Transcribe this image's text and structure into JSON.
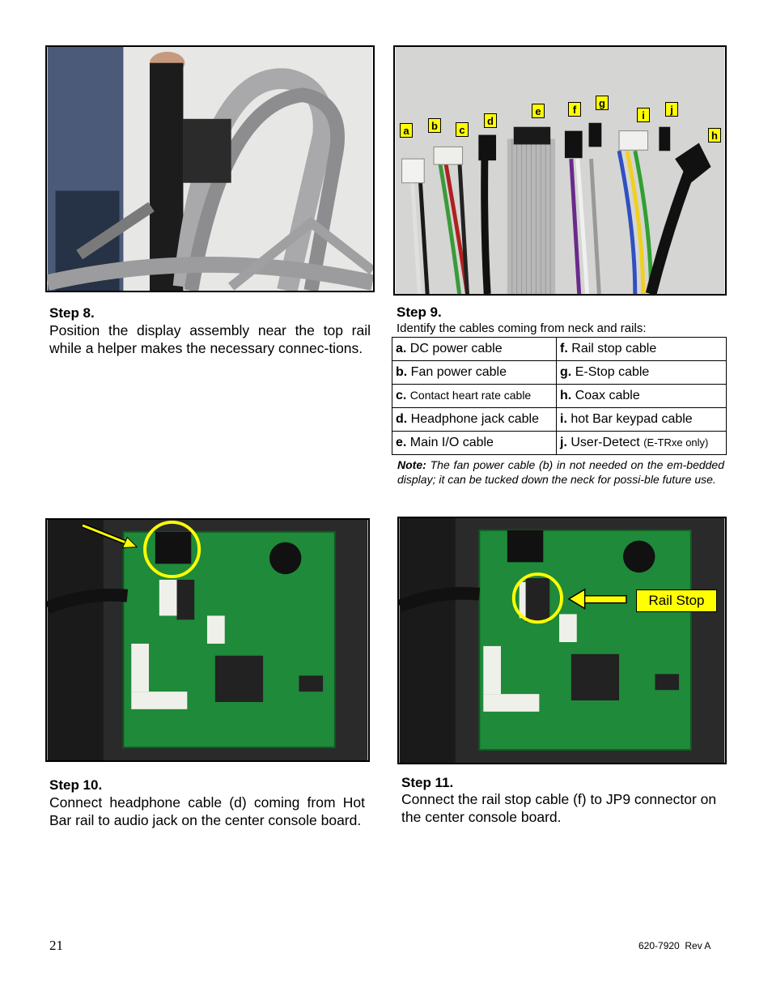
{
  "step8": {
    "title": "Step 8.",
    "text": "Position the display assembly near the top rail while a helper makes the necessary connec-tions."
  },
  "step9": {
    "title": "Step 9.",
    "subtitle": "Identify the cables coming from neck and rails:",
    "tags": [
      "a",
      "b",
      "c",
      "d",
      "e",
      "f",
      "g",
      "i",
      "j",
      "h"
    ],
    "table": [
      [
        {
          "key": "a.",
          "text": "DC power cable"
        },
        {
          "key": "f.",
          "text": "Rail stop cable"
        }
      ],
      [
        {
          "key": "b.",
          "text": "Fan power cable"
        },
        {
          "key": "g.",
          "text": "E-Stop cable"
        }
      ],
      [
        {
          "key": "c.",
          "text": "Contact heart rate cable"
        },
        {
          "key": "h.",
          "text": "Coax cable"
        }
      ],
      [
        {
          "key": "d.",
          "text": "Headphone jack cable"
        },
        {
          "key": "i.",
          "text": "hot Bar keypad cable"
        }
      ],
      [
        {
          "key": "e.",
          "text": "Main I/O cable"
        },
        {
          "key": "j.",
          "text": "User-Detect",
          "extra": "(E-TRxe only)"
        }
      ]
    ],
    "note_label": "Note:",
    "note_text": "The fan power cable (b) in not needed on the em-bedded display; it can be tucked down the neck for possi-ble future use."
  },
  "step10": {
    "title": "Step 10.",
    "text": "Connect headphone cable (d) coming from Hot Bar rail to audio jack on the center console board."
  },
  "step11": {
    "title": "Step 11.",
    "text": "Connect the rail stop cable (f) to JP9 connector on the center console board.",
    "callout": "Rail Stop"
  },
  "footer": {
    "page_number": "21",
    "doc_number": "620-7920  Rev A"
  },
  "colors": {
    "highlight": "#ffff00",
    "board_green": "#1f8a3a"
  }
}
